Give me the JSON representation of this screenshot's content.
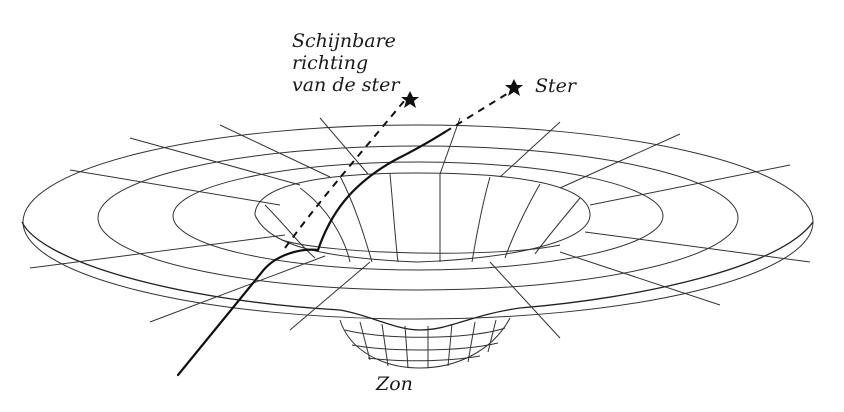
{
  "labels": {
    "apparent_line1": "Schijnbare",
    "apparent_line2": "richting",
    "apparent_line3": "van de ster",
    "star": "Ster",
    "sun": "Zon"
  },
  "icons": {
    "apparent_star": "star-icon",
    "real_star": "star-icon"
  },
  "colors": {
    "ink": "#111111",
    "background": "#ffffff"
  }
}
